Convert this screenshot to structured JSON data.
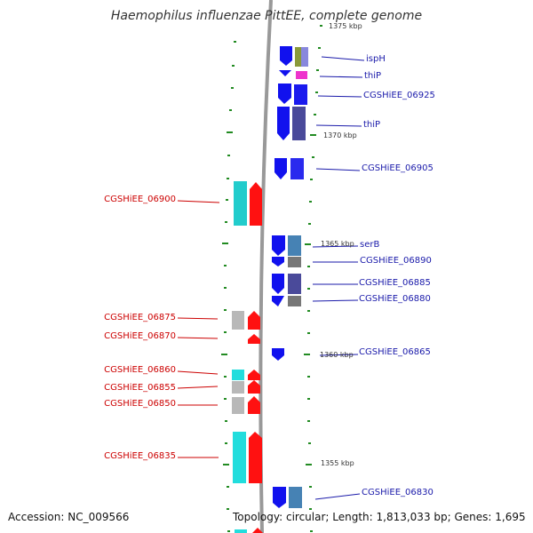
{
  "title": "Haemophilus influenzae PittEE, complete genome",
  "footer": {
    "accession": "Accession: NC_009566",
    "topology": "Topology: circular; Length: 1,813,033 bp; Genes: 1,695"
  },
  "ruler": {
    "labels": [
      {
        "text": "1375 kbp"
      },
      {
        "text": "1370 kbp"
      },
      {
        "text": "1365 kbp"
      },
      {
        "text": "1360 kbp"
      },
      {
        "text": "1355 kbp"
      }
    ]
  },
  "left_genes": [
    {
      "text": "CGSHiEE_06900"
    },
    {
      "text": "CGSHiEE_06875"
    },
    {
      "text": "CGSHiEE_06870"
    },
    {
      "text": "CGSHiEE_06860"
    },
    {
      "text": "CGSHiEE_06855"
    },
    {
      "text": "CGSHiEE_06850"
    },
    {
      "text": "CGSHiEE_06835"
    }
  ],
  "right_genes": [
    {
      "text": "ispH"
    },
    {
      "text": "thiP"
    },
    {
      "text": "CGSHiEE_06925"
    },
    {
      "text": "thiP"
    },
    {
      "text": "CGSHiEE_06905"
    },
    {
      "text": "serB"
    },
    {
      "text": "CGSHiEE_06890"
    },
    {
      "text": "CGSHiEE_06885"
    },
    {
      "text": "CGSHiEE_06880"
    },
    {
      "text": "CGSHiEE_06865"
    },
    {
      "text": "CGSHiEE_06830"
    }
  ],
  "colors": {
    "forward_strand": "#ff1111",
    "reverse_strand": "#1111ee",
    "cog_cyan": "#22dddd",
    "cog_grey": "#b8b8b8",
    "cog_steel": "#4682b4",
    "cog_navy": "#4a4a9a",
    "cog_olive": "#8a9a3a",
    "cog_lilac": "#8888dd",
    "cog_magenta": "#ee33cc",
    "cog_darkgrey": "#777777",
    "backbone": "#999999",
    "tick": "#228b22",
    "left_label": "#cc0000",
    "right_label": "#1a1aaa"
  }
}
